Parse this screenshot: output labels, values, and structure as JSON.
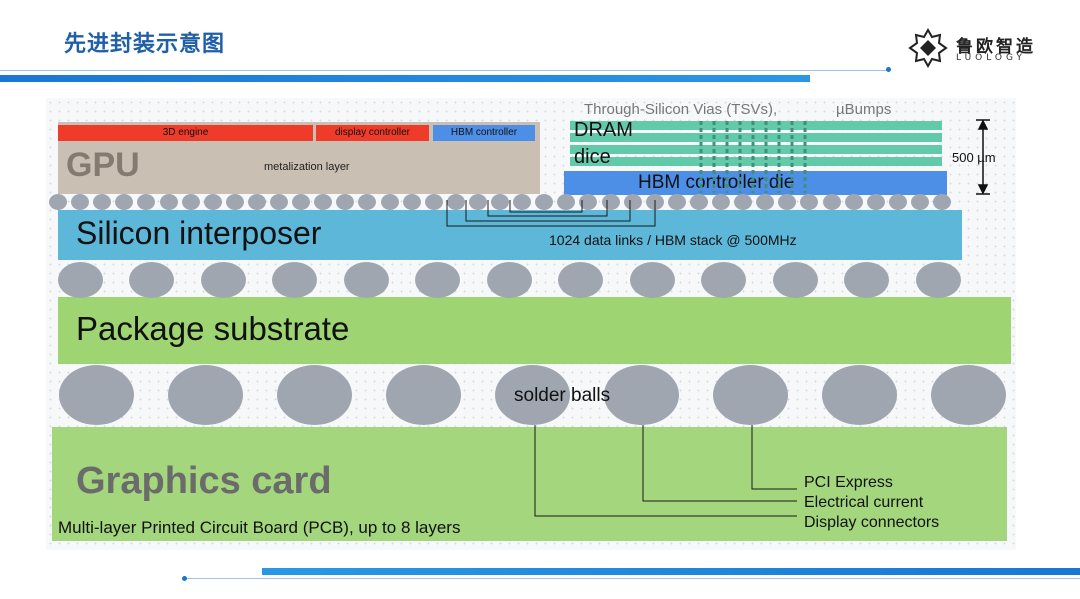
{
  "slide": {
    "title": "先进封装示意图",
    "brand_cn": "鲁欧智造",
    "brand_en": "LUOLOGY",
    "brand_icon": "gear-diamond-logo-icon",
    "accent_color": "#1877d3"
  },
  "diagram": {
    "gpu": {
      "label": "GPU",
      "strip_3d": "3D engine",
      "strip_display": "display controller",
      "strip_hbm": "HBM controller",
      "metalization": "metalization layer",
      "color": "#c9bfb3"
    },
    "hbm_stack": {
      "tsv_label": "Through-Silicon Vias (TSVs),",
      "ubump_label": "µBumps",
      "dram_label": "DRAM",
      "dice_label": "dice",
      "controller_die_label": "HBM controller die",
      "height_label": "500 µm",
      "dram_color": "#62c9a9",
      "die_color": "#4d8fe6"
    },
    "interposer": {
      "label": "Silicon interposer",
      "links_label": "1024 data links / HBM stack @ 500MHz",
      "color": "#5cb7d8"
    },
    "substrate": {
      "label": "Package substrate",
      "color": "#9ed472"
    },
    "solder": {
      "label": "solder balls",
      "color": "#a0a6b0"
    },
    "card": {
      "label": "Graphics card",
      "pcb_label": "Multi-layer Printed Circuit Board (PCB), up to 8 layers",
      "leads": [
        "PCI Express",
        "Electrical current",
        "Display connectors"
      ],
      "color": "#a3d67d"
    }
  }
}
